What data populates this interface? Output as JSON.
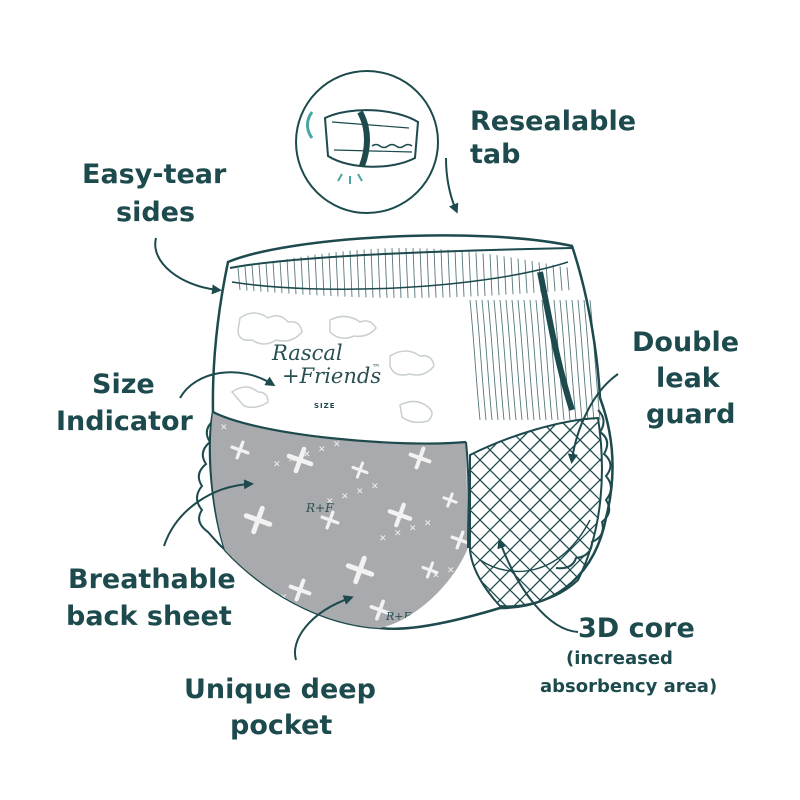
{
  "colors": {
    "ink": "#1d4a4d",
    "backsheet": "#a9aaad",
    "pattern": "#f2f2f2",
    "body": "#ffffff"
  },
  "brand": {
    "line1": "Rascal",
    "line2": "+Friends",
    "tm": "™",
    "size_label": "SIZE",
    "monogram": "R+F"
  },
  "labels": {
    "resealable_tab": [
      "Resealable",
      "tab"
    ],
    "easy_tear_sides": [
      "Easy-tear",
      "sides"
    ],
    "size_indicator": [
      "Size",
      "Indicator"
    ],
    "double_leak_guard": [
      "Double",
      "leak",
      "guard"
    ],
    "breathable_back_sheet": [
      "Breathable",
      "back sheet"
    ],
    "unique_deep_pocket": [
      "Unique deep",
      "pocket"
    ],
    "core_3d": [
      "3D core"
    ],
    "core_3d_note": [
      "(increased",
      "absorbency area)"
    ]
  },
  "icons": {
    "arrows": "curved-arrow-icon",
    "inset": "resealable-tab-inset-icon"
  }
}
